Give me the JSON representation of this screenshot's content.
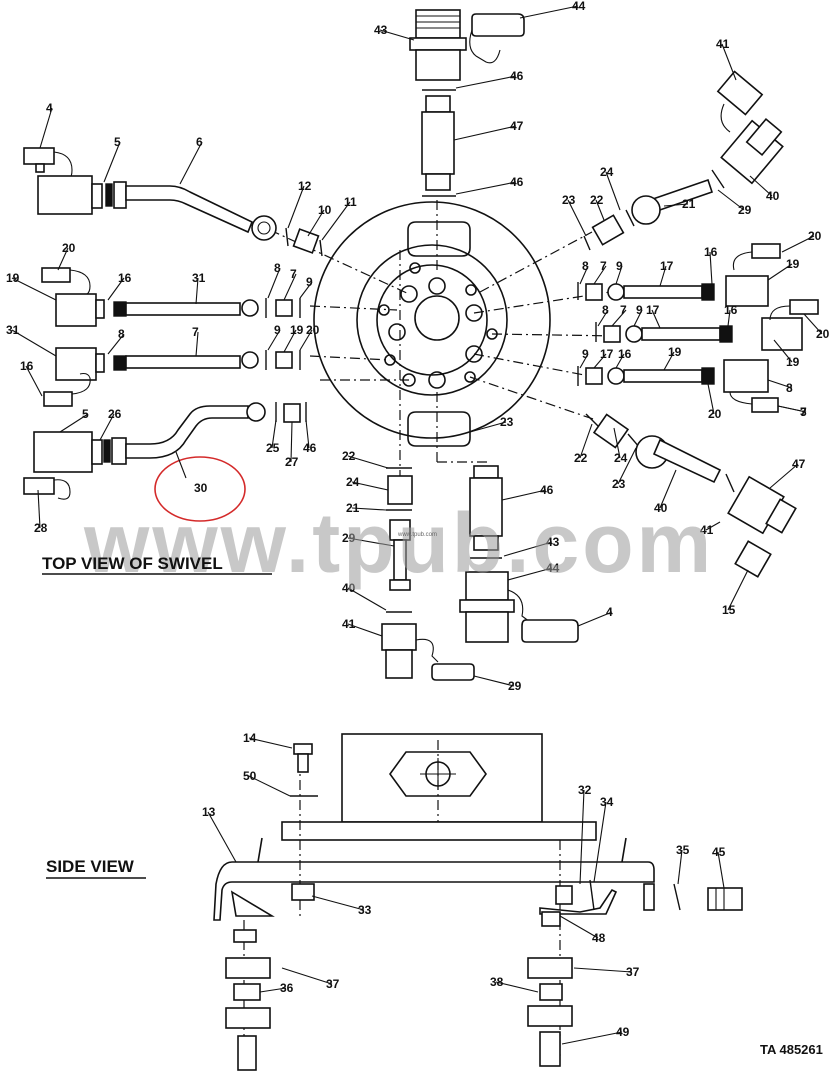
{
  "headings": {
    "top_view": "TOP VIEW OF SWIVEL",
    "side_view": "SIDE VIEW"
  },
  "figure_id": "TA 485261",
  "watermark": {
    "text": "www.tpub.com",
    "small_text": "www.tpub.com"
  },
  "highlight": {
    "label": "30",
    "color": "#d42a2a"
  },
  "callouts": [
    "44",
    "43",
    "46",
    "47",
    "46",
    "41",
    "4",
    "5",
    "6",
    "40",
    "29",
    "21",
    "24",
    "22",
    "23",
    "12",
    "10",
    "11",
    "20",
    "20",
    "19",
    "16",
    "31",
    "8",
    "7",
    "9",
    "8",
    "7",
    "9",
    "17",
    "16",
    "19",
    "17",
    "16",
    "8",
    "7",
    "9",
    "20",
    "19",
    "16",
    "31",
    "8",
    "7",
    "9",
    "19",
    "20",
    "8",
    "7",
    "9",
    "17",
    "16",
    "19",
    "20",
    "3",
    "5",
    "26",
    "25",
    "27",
    "46",
    "23",
    "22",
    "24",
    "23",
    "22",
    "24",
    "21",
    "40",
    "47",
    "46",
    "43",
    "44",
    "4",
    "28",
    "29",
    "40",
    "41",
    "29",
    "41",
    "15",
    "14",
    "50",
    "13",
    "33",
    "32",
    "34",
    "35",
    "45",
    "48",
    "37",
    "36",
    "37",
    "38",
    "49"
  ]
}
